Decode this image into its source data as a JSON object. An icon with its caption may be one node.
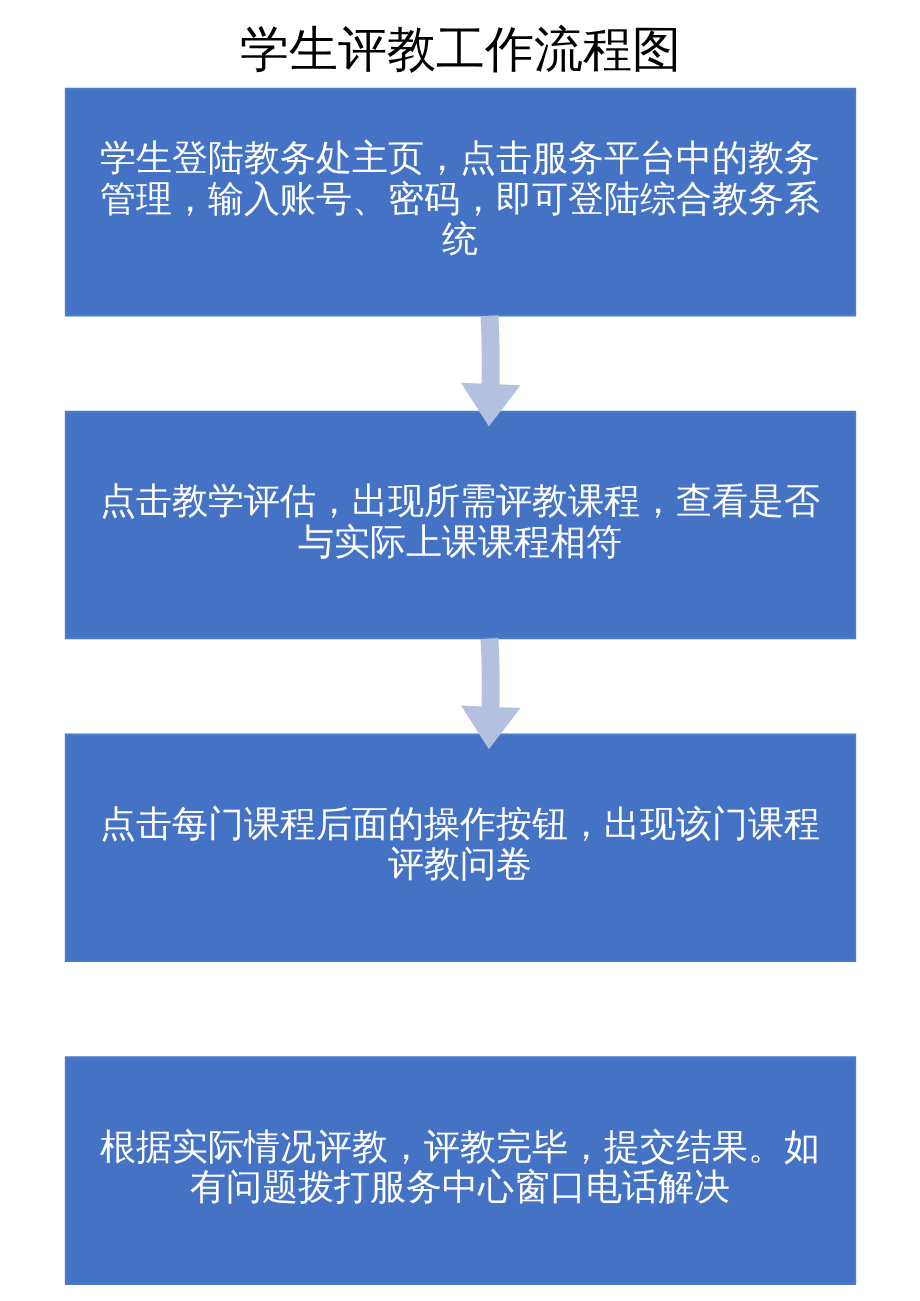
{
  "diagram": {
    "title": "学生评教工作流程图",
    "nodes": [
      {
        "text": [
          "学生登陆教务处主页，点击服务平台中的教务管理，输入账号、密码，即可登陆综合教务系统"
        ]
      },
      {
        "text": [
          "点击教学评估，出现所需评教课程，查看是否与实际上课课程相符"
        ]
      },
      {
        "text": [
          "点击每门课程后面的操作按钮，出现该门课程评教问卷"
        ]
      },
      {
        "text": [
          "根据实际情况评教，评教完毕，提交结果。如有问题拨打服务中心窗口电话解决"
        ]
      }
    ],
    "edges": [
      {
        "from": 0,
        "to": 1,
        "arrow": "to"
      },
      {
        "from": 1,
        "to": 2,
        "arrow": "to"
      }
    ]
  }
}
